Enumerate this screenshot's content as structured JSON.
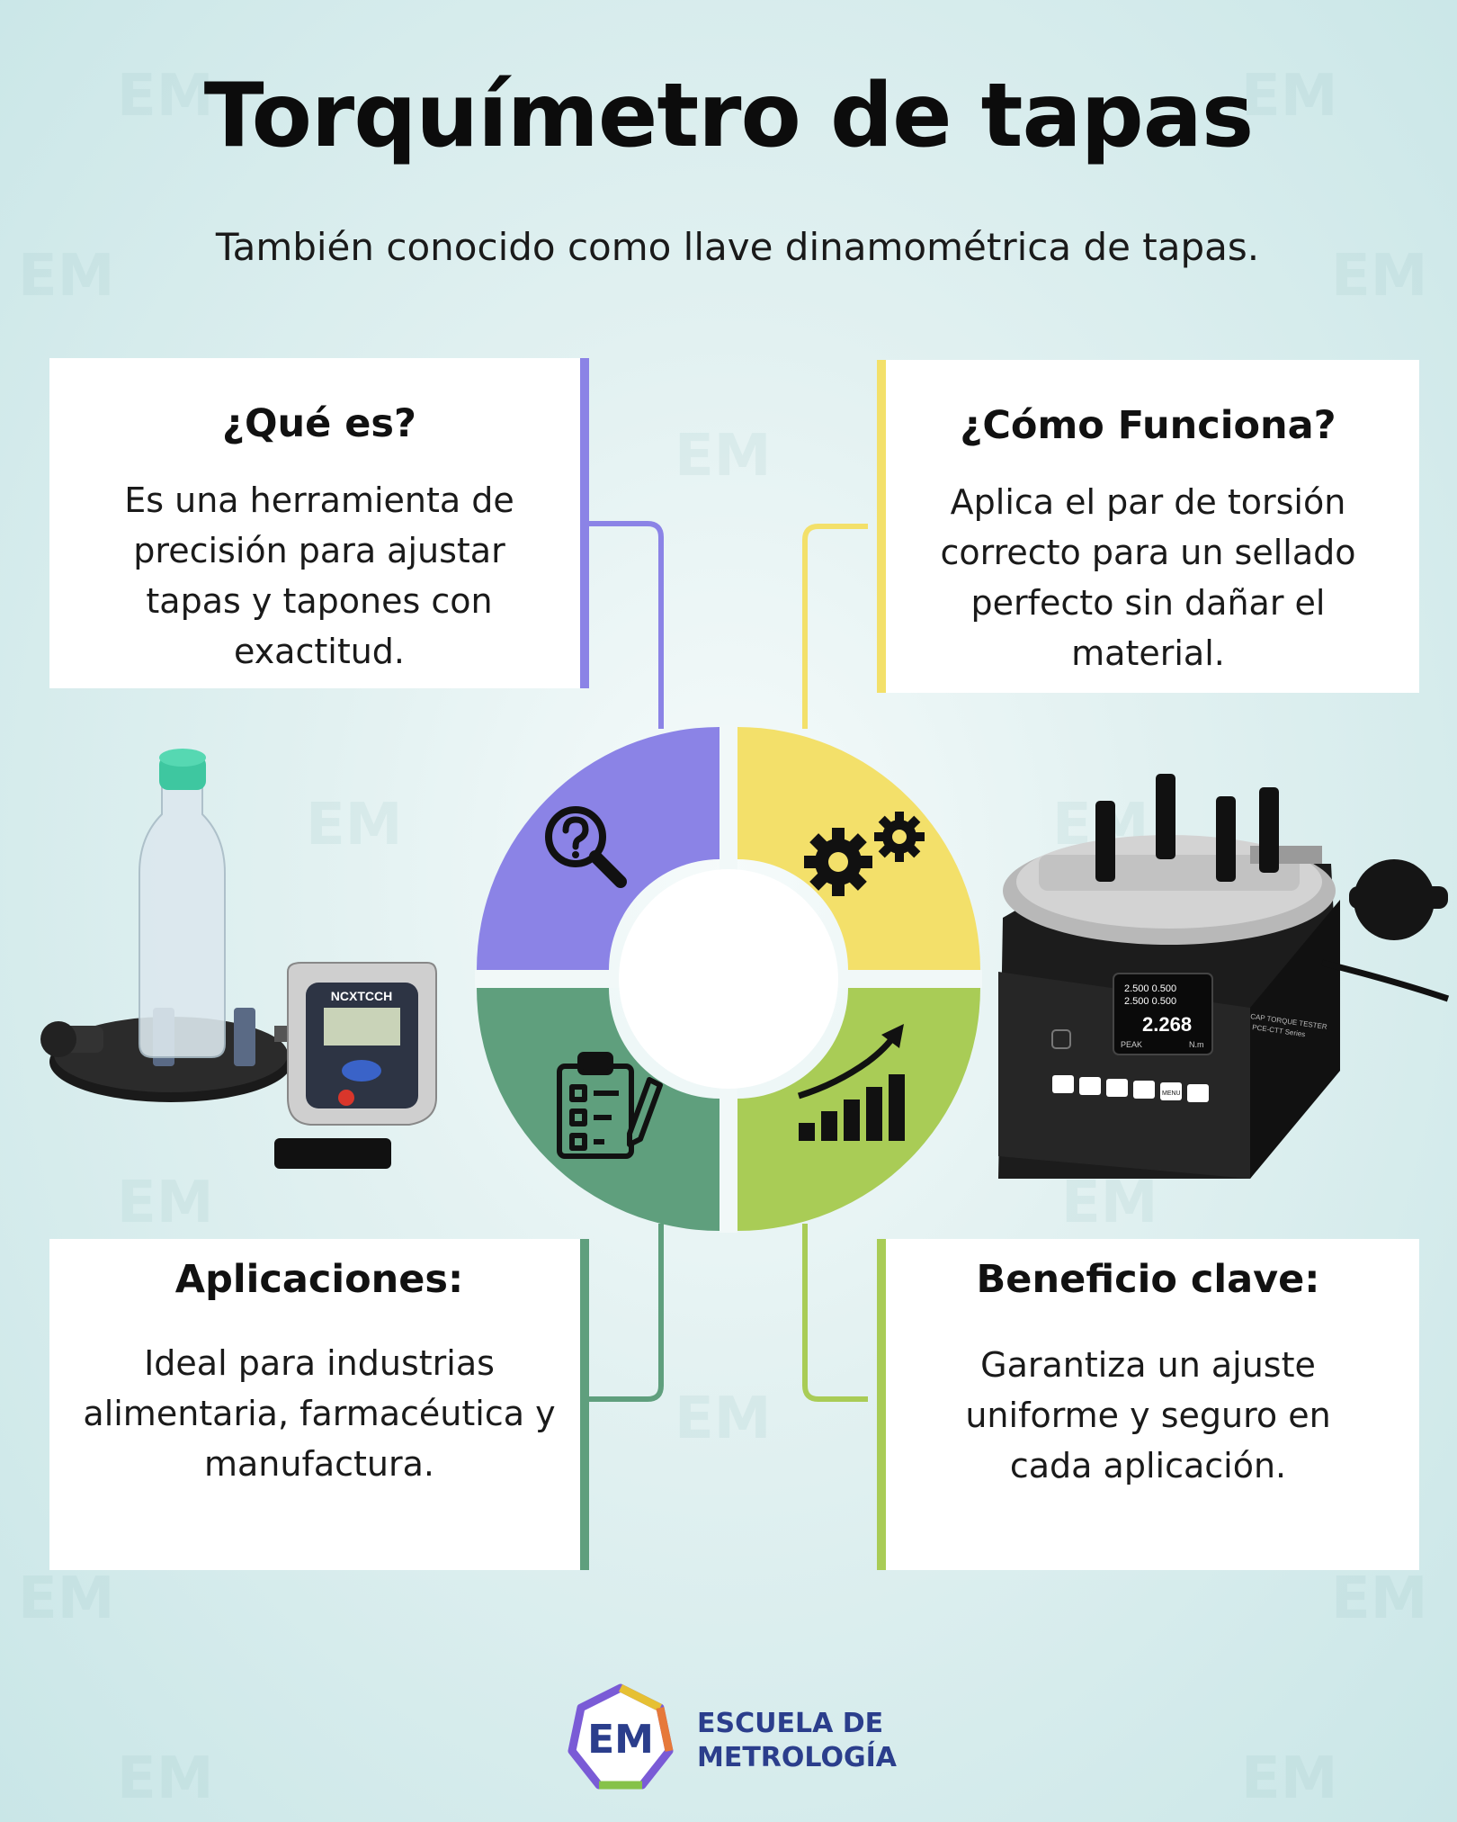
{
  "title": "Torquímetro de tapas",
  "subtitle": "También conocido como llave dinamométrica de tapas.",
  "cards": [
    {
      "heading": "¿Qué es?",
      "lines": [
        "Es una herramienta de",
        "precisión para ajustar",
        "tapas y tapones con",
        "exactitud."
      ]
    },
    {
      "heading": "¿Cómo Funciona?",
      "lines": [
        "Aplica el par de torsión",
        "correcto para un sellado",
        "perfecto sin dañar el",
        "material."
      ]
    },
    {
      "heading": "Aplicaciones:",
      "lines": [
        "Ideal para industrias",
        "alimentaria, farmacéutica y",
        "manufactura."
      ]
    },
    {
      "heading": "Beneficio clave:",
      "lines": [
        "Garantiza un ajuste",
        "uniforme y seguro en",
        "cada aplicación."
      ]
    }
  ],
  "colors": {
    "purple": "#8b83e6",
    "yellow": "#f3e06a",
    "green_dark": "#5f9f7d",
    "green_light": "#a9cc56"
  },
  "quadrant_icons": [
    "question-magnifier-icon",
    "gears-icon",
    "clipboard-checklist-icon",
    "growth-chart-icon"
  ],
  "product_left": {
    "brand": "NCXTCCH"
  },
  "product_right": {
    "label": "CAP TORQUE TESTER",
    "model": "PCE-CTT Series",
    "reading": "2.268",
    "unit": "N.m",
    "row1": "2.500   0.500",
    "row2": "2.500   0.500",
    "peak": "PEAK",
    "buttons": [
      "MENU"
    ]
  },
  "watermark": "EM",
  "logo": {
    "mark": "EM",
    "line1": "ESCUELA DE",
    "line2": "METROLOGÍA"
  }
}
